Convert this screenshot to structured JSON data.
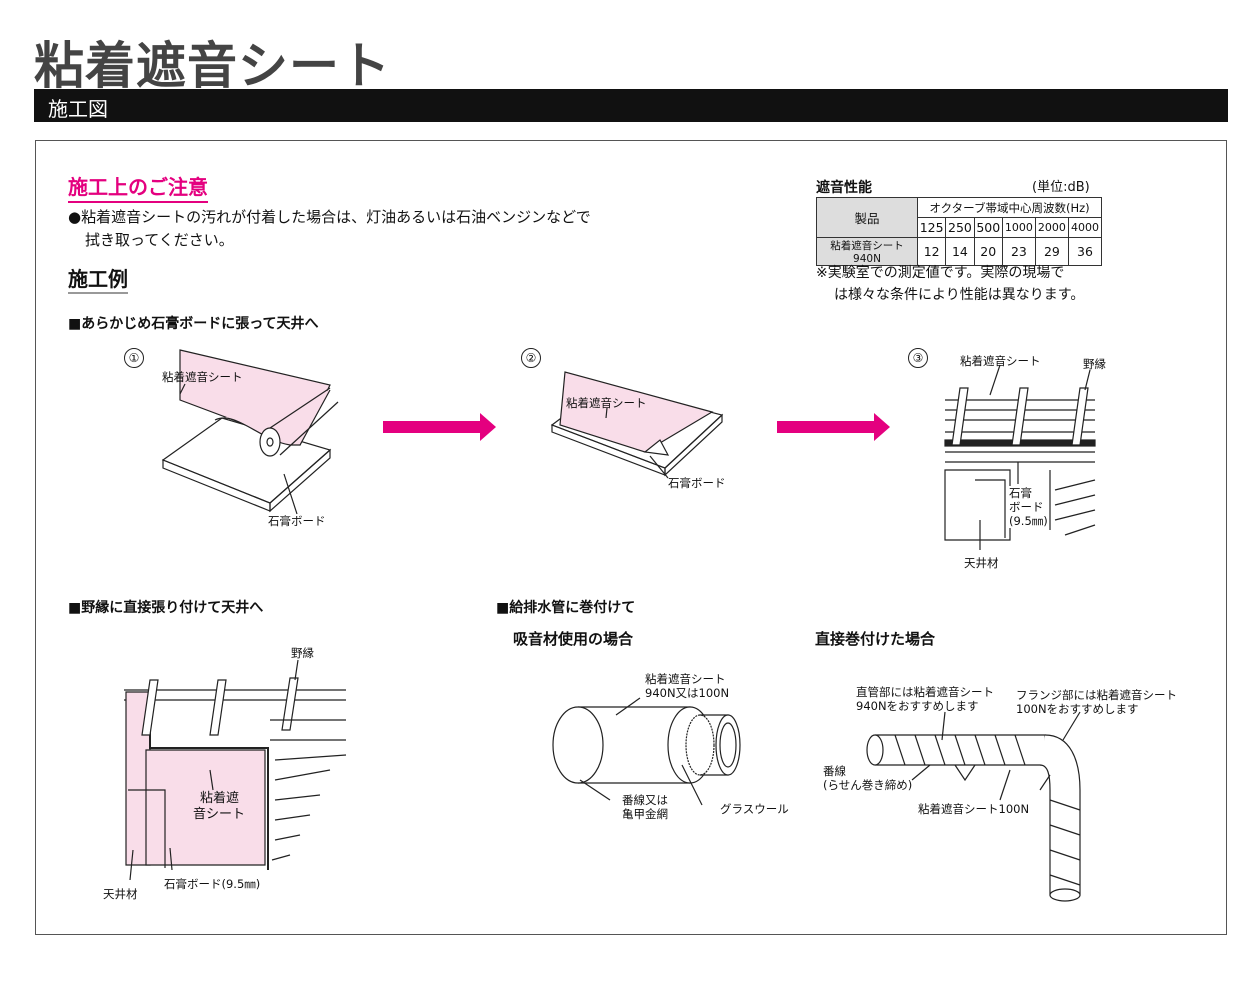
{
  "header": {
    "title": "粘着遮音シート",
    "section": "施工図"
  },
  "notice": {
    "heading": "施工上のご注意",
    "text_line1": "●粘着遮音シートの汚れが付着した場合は、灯油あるいは石油ベンジンなどで",
    "text_line2": "拭き取ってください。"
  },
  "examples": {
    "heading": "施工例",
    "pre_gypsum": {
      "caption": "■あらかじめ石膏ボードに張って天井へ",
      "steps": [
        {
          "num": "①",
          "sheet": "粘着遮音シート",
          "board": "石膏ボード"
        },
        {
          "num": "②",
          "sheet": "粘着遮音シート",
          "board": "石膏ボード"
        },
        {
          "num": "③",
          "sheet": "粘着遮音シート",
          "noburi": "野縁",
          "board_l1": "石膏",
          "board_l2": "ボード",
          "board_l3": "(9.5㎜)",
          "ceiling": "天井材"
        }
      ]
    },
    "direct_noburi": {
      "caption": "■野縁に直接張り付けて天井へ",
      "noburi": "野縁",
      "sheet_l1": "粘着遮",
      "sheet_l2": "音シート",
      "ceiling": "天井材",
      "board": "石膏ボード(9.5㎜)"
    },
    "pipe": {
      "caption": "■給排水管に巻付けて",
      "absorber": {
        "sub": "吸音材使用の場合",
        "sheet_l1": "粘着遮音シート",
        "sheet_l2": "940N又は100N",
        "wire_l1": "番線又は",
        "wire_l2": "亀甲金網",
        "glasswool": "グラスウール"
      },
      "direct": {
        "sub": "直接巻付けた場合",
        "straight_l1": "直管部には粘着遮音シート",
        "straight_l2": "940Nをおすすめします",
        "flange_l1": "フランジ部には粘着遮音シート",
        "flange_l2": "100Nをおすすめします",
        "wire_l1": "番線",
        "wire_l2": "(らせん巻き締め)",
        "sheet": "粘着遮音シート100N"
      }
    }
  },
  "performance": {
    "heading": "遮音性能",
    "unit": "(単位:dB)",
    "product_header": "製品",
    "freq_header": "オクターブ帯域中心周波数(Hz)",
    "freqs": [
      "125",
      "250",
      "500",
      "1000",
      "2000",
      "4000"
    ],
    "product": "粘着遮音シート940N",
    "values": [
      "12",
      "14",
      "20",
      "23",
      "29",
      "36"
    ],
    "note_l1": "※実験室での測定値です。実際の現場で",
    "note_l2": "は様々な条件により性能は異なります。"
  },
  "colors": {
    "accent": "#e4007f",
    "sheet_fill": "#f9dde9",
    "bar": "#111111"
  }
}
